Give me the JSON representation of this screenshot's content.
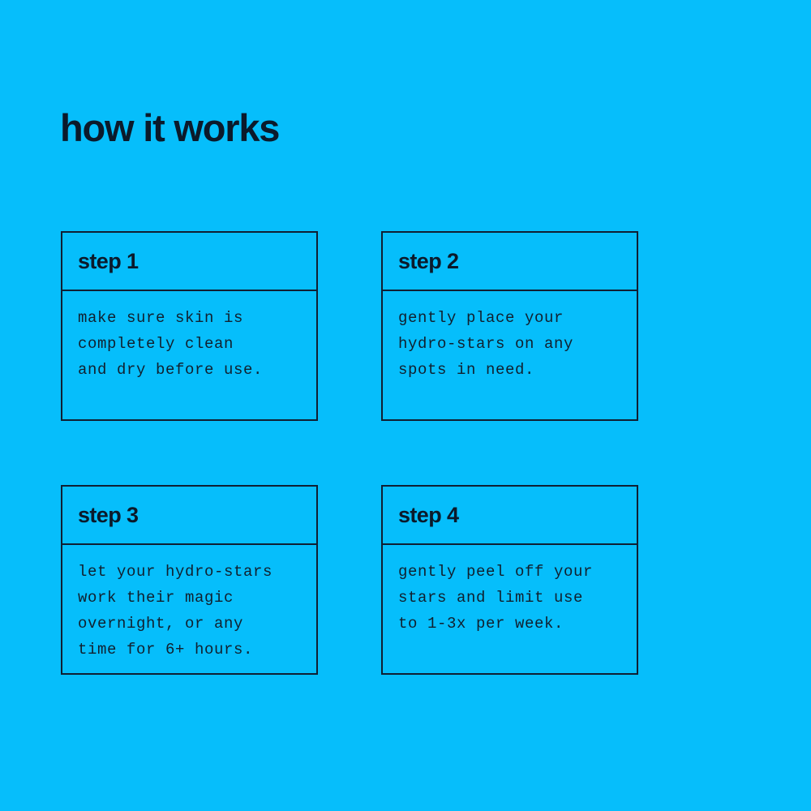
{
  "theme": {
    "background": "#06BEFB",
    "ink": "#0B1A2B",
    "border": "#101F33"
  },
  "header": {
    "title": "how it works"
  },
  "steps": [
    {
      "title": "step 1",
      "lines": [
        "make sure skin is",
        "completely clean",
        "and dry before use."
      ]
    },
    {
      "title": "step 2",
      "lines": [
        "gently place your",
        "hydro-stars on any",
        "spots in need."
      ]
    },
    {
      "title": "step 3",
      "lines": [
        "let your hydro-stars",
        "work their magic",
        "overnight, or any",
        "time for 6+ hours."
      ]
    },
    {
      "title": "step 4",
      "lines": [
        "gently peel off your",
        "stars and limit use",
        "to 1-3x per week."
      ]
    }
  ]
}
